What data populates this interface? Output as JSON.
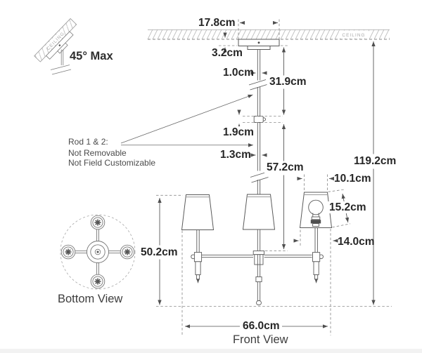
{
  "labels": {
    "tilt_max": "45° Max",
    "ceiling": "CEILING",
    "bottom_view": "Bottom View",
    "front_view": "Front View"
  },
  "note": {
    "line1": "Rod 1 & 2:",
    "line2": "Not Removable",
    "line3": "Not Field Customizable"
  },
  "dimensions": {
    "canopy_width": "17.8cm",
    "canopy_height": "3.2cm",
    "rod1_diameter": "1.0cm",
    "rod1_length": "31.9cm",
    "coupler_length": "1.9cm",
    "rod2_diameter": "1.3cm",
    "rod2_length": "57.2cm",
    "overall_height": "119.2cm",
    "shade_top_diameter": "10.1cm",
    "shade_height": "15.2cm",
    "shade_bottom_diameter": "14.0cm",
    "body_height": "50.2cm",
    "fixture_width": "66.0cm"
  },
  "colors": {
    "line": "#5a5a5a",
    "dim_line": "#4f4f4f",
    "dashed": "#8a8a8a",
    "dim_text": "#262626",
    "muted_text": "#a9a9a9",
    "background": "#ffffff"
  }
}
